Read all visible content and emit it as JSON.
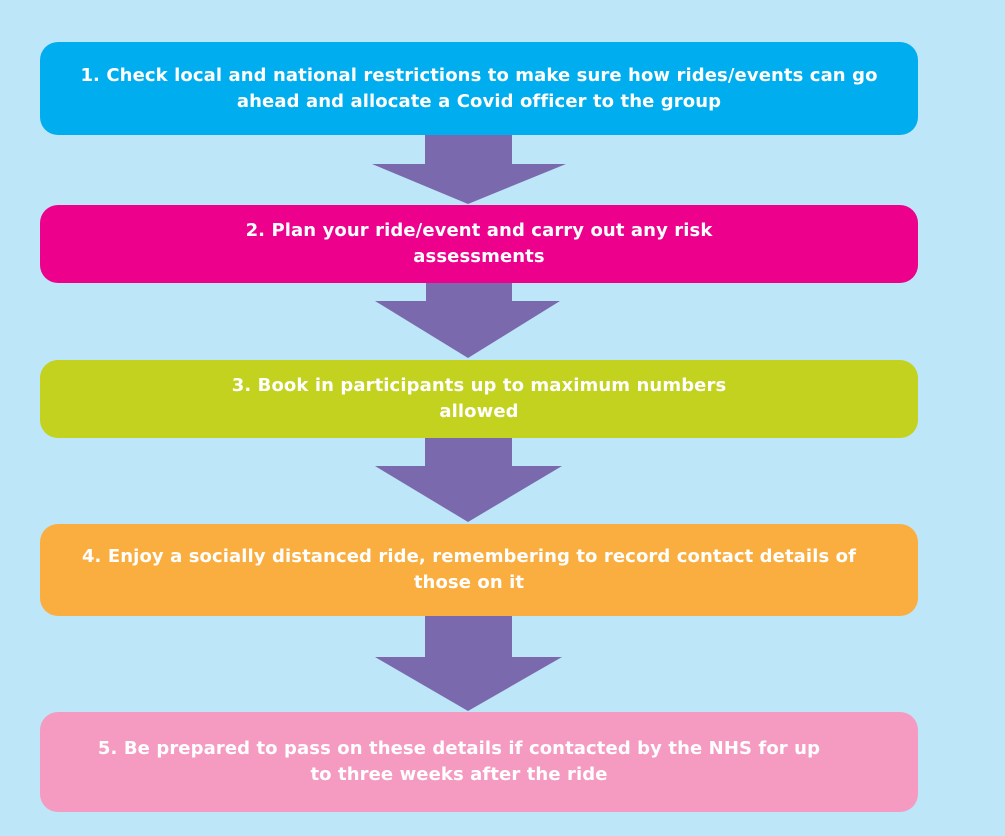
{
  "colors": {
    "background": "#bde6f8",
    "arrow": "#7b69ad",
    "text": "#ffffff"
  },
  "steps": [
    {
      "label": "1. Check local and national restrictions to make sure how rides/events can go ahead and allocate a Covid officer to the group",
      "color": "#00aeef"
    },
    {
      "label": "2. Plan your ride/event and carry out any risk assessments",
      "color": "#ec008c"
    },
    {
      "label": "3. Book in participants up to maximum numbers allowed",
      "color": "#c3d11f"
    },
    {
      "label": "4. Enjoy a socially distanced ride, remembering to record contact details of those on it",
      "color": "#fbae40"
    },
    {
      "label": "5. Be prepared to pass on these details if contacted by the NHS for up to three weeks after the ride",
      "color": "#f59bc1"
    }
  ]
}
